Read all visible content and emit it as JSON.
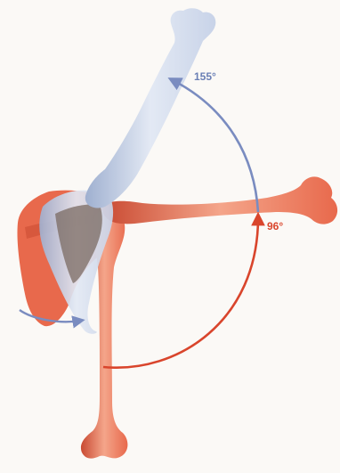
{
  "illustration": {
    "colors": {
      "background": "#fbf9f6",
      "red_bone": "#e8694c",
      "red_bone_light": "#f4a58a",
      "red_bone_dark": "#c94a32",
      "blue_bone": "#c8d3e8",
      "blue_bone_light": "#e3e9f4",
      "blue_bone_dark": "#9fb0d0",
      "red_arc": "#d9452c",
      "blue_arc": "#7a8cc0",
      "label_red": "#d9452c",
      "label_blue": "#6a7fb5",
      "scapula_inner": "#7a6a62"
    },
    "labels": {
      "abduction_full": "155°",
      "abduction_partial": "96°"
    },
    "values": {
      "abduction_full_degrees": 155,
      "abduction_partial_degrees": 96
    }
  }
}
